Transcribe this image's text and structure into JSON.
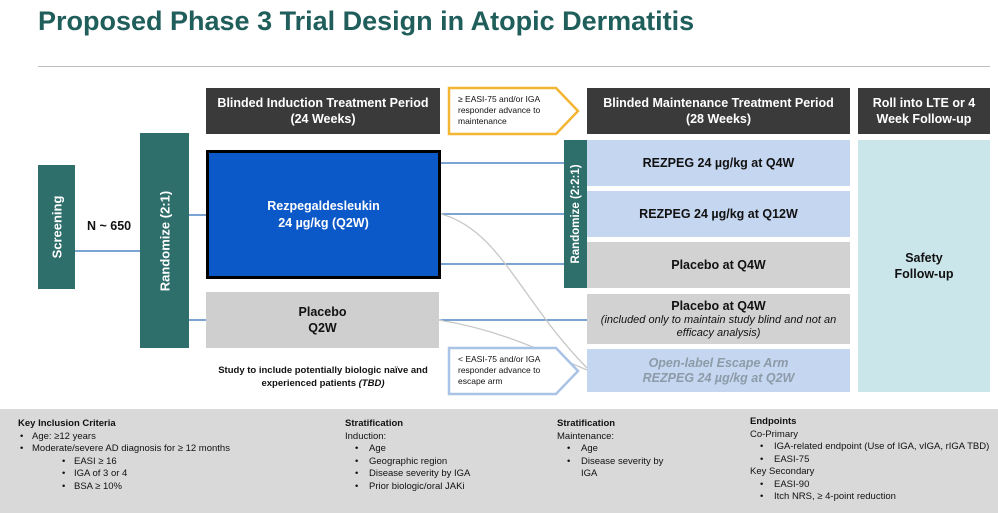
{
  "title": "Proposed Phase 3 Trial Design in Atopic Dermatitis",
  "headers": {
    "induction": "Blinded Induction Treatment Period\n(24 Weeks)",
    "maintenance": "Blinded Maintenance Treatment Period\n(28 Weeks)",
    "rollover": "Roll into LTE or 4\nWeek Follow-up"
  },
  "callouts": {
    "responder": "≥ EASI-75 and/or IGA responder advance to maintenance",
    "nonresponder": "< EASI-75 and/or IGA responder advance to escape arm"
  },
  "screening": "Screening",
  "n_label": "N ~ 650",
  "randomize_induction": "Randomize (2:1)",
  "randomize_maintenance": "Randomize (2:2:1)",
  "induction_arms": {
    "active": "Rezpegaldesleukin\n24 µg/kg (Q2W)",
    "placebo": "Placebo\nQ2W"
  },
  "population_note": {
    "line1": "Study to include potentially biologic naïve and",
    "line2_prefix": "experienced patients ",
    "line2_tbd": "(TBD)"
  },
  "maintenance_arms": {
    "arm1": "REZPEG 24 µg/kg at Q4W",
    "arm2": "REZPEG 24 µg/kg at Q12W",
    "arm3": "Placebo at Q4W",
    "arm4_title": "Placebo at Q4W",
    "arm4_sub": "(included only to maintain study blind and not an efficacy analysis)",
    "escape_line1": "Open-label Escape Arm",
    "escape_line2": "REZPEG 24 µg/kg at Q2W"
  },
  "safety": "Safety\nFollow-up",
  "criteria": {
    "inclusion": {
      "heading": "Key Inclusion Criteria",
      "age": "Age: ≥12 years",
      "ad": "Moderate/severe AD diagnosis for ≥ 12 months",
      "sub": [
        "EASI ≥ 16",
        "IGA of 3 or 4",
        "BSA ≥ 10%"
      ]
    },
    "strat_induction": {
      "heading": "Stratification",
      "subheading": "Induction:",
      "items": [
        "Age",
        "Geographic region",
        "Disease severity by IGA",
        "Prior biologic/oral JAKi"
      ]
    },
    "strat_maintenance": {
      "heading": "Stratification",
      "subheading": "Maintenance:",
      "items": [
        "Age",
        "Disease severity by IGA"
      ]
    },
    "endpoints": {
      "heading": "Endpoints",
      "primary_label": "Co-Primary",
      "primary": [
        "IGA-related endpoint (Use of IGA, vIGA, rIGA TBD)",
        "EASI-75"
      ],
      "secondary_label": "Key Secondary",
      "secondary": [
        "EASI-90",
        "Itch NRS, ≥ 4-point reduction"
      ]
    }
  },
  "colors": {
    "title": "#1f5e5b",
    "teal": "#2e6e6b",
    "active_blue": "#0b58c8",
    "arm_blue": "#c5d7f0",
    "connector": "#2a6fb8",
    "callout_orange": "#f2b632",
    "callout_blue": "#a9c3e6"
  }
}
